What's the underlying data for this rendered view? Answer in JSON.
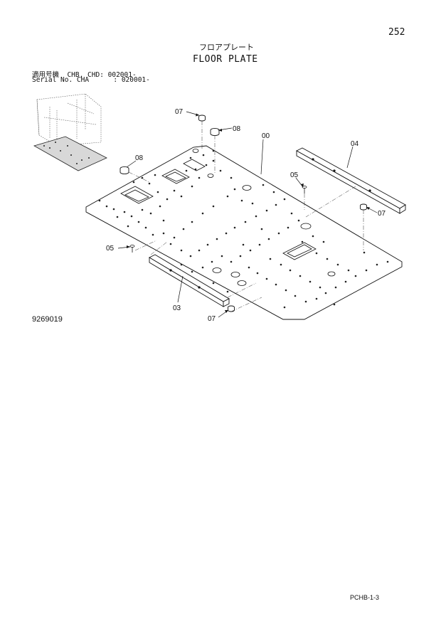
{
  "page_number": "252",
  "title_jp": "フロアプレート",
  "title_en": "FLOOR PLATE",
  "applicability": {
    "line1": "適用号機  CHB, CHD: 002001-",
    "line2": "Serial No. CHA      : 020001-"
  },
  "drawing_number": "9269019",
  "footer_code": "PCHB-1-3",
  "callouts": {
    "c07_top": "07",
    "c08_top": "08",
    "c00": "00",
    "c04": "04",
    "c08_left": "08",
    "c05_right": "05",
    "c07_right": "07",
    "c05_left": "05",
    "c03": "03",
    "c07_bottom": "07"
  }
}
